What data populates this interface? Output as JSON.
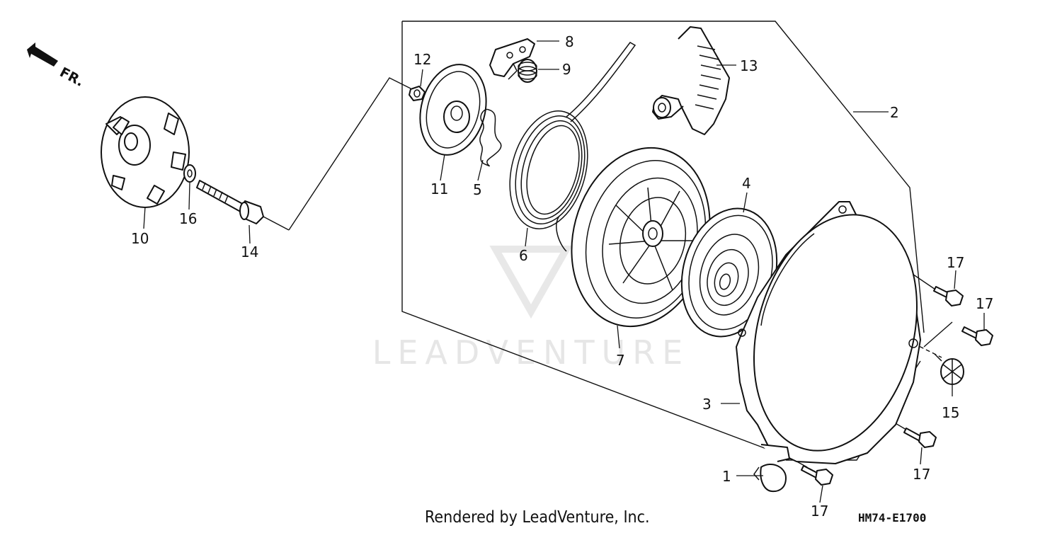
{
  "diagram": {
    "direction_label": "FR.",
    "watermark": "LEADVENTURE",
    "footer": "Rendered by LeadVenture, Inc.",
    "diagram_code": "HM74-E1700",
    "callouts": {
      "c1": "1",
      "c2": "2",
      "c3": "3",
      "c4": "4",
      "c5": "5",
      "c6": "6",
      "c7": "7",
      "c8": "8",
      "c9": "9",
      "c10": "10",
      "c11": "11",
      "c12": "12",
      "c13": "13",
      "c14": "14",
      "c15": "15",
      "c16": "16",
      "c17a": "17",
      "c17b": "17",
      "c17c": "17",
      "c17d": "17"
    }
  }
}
